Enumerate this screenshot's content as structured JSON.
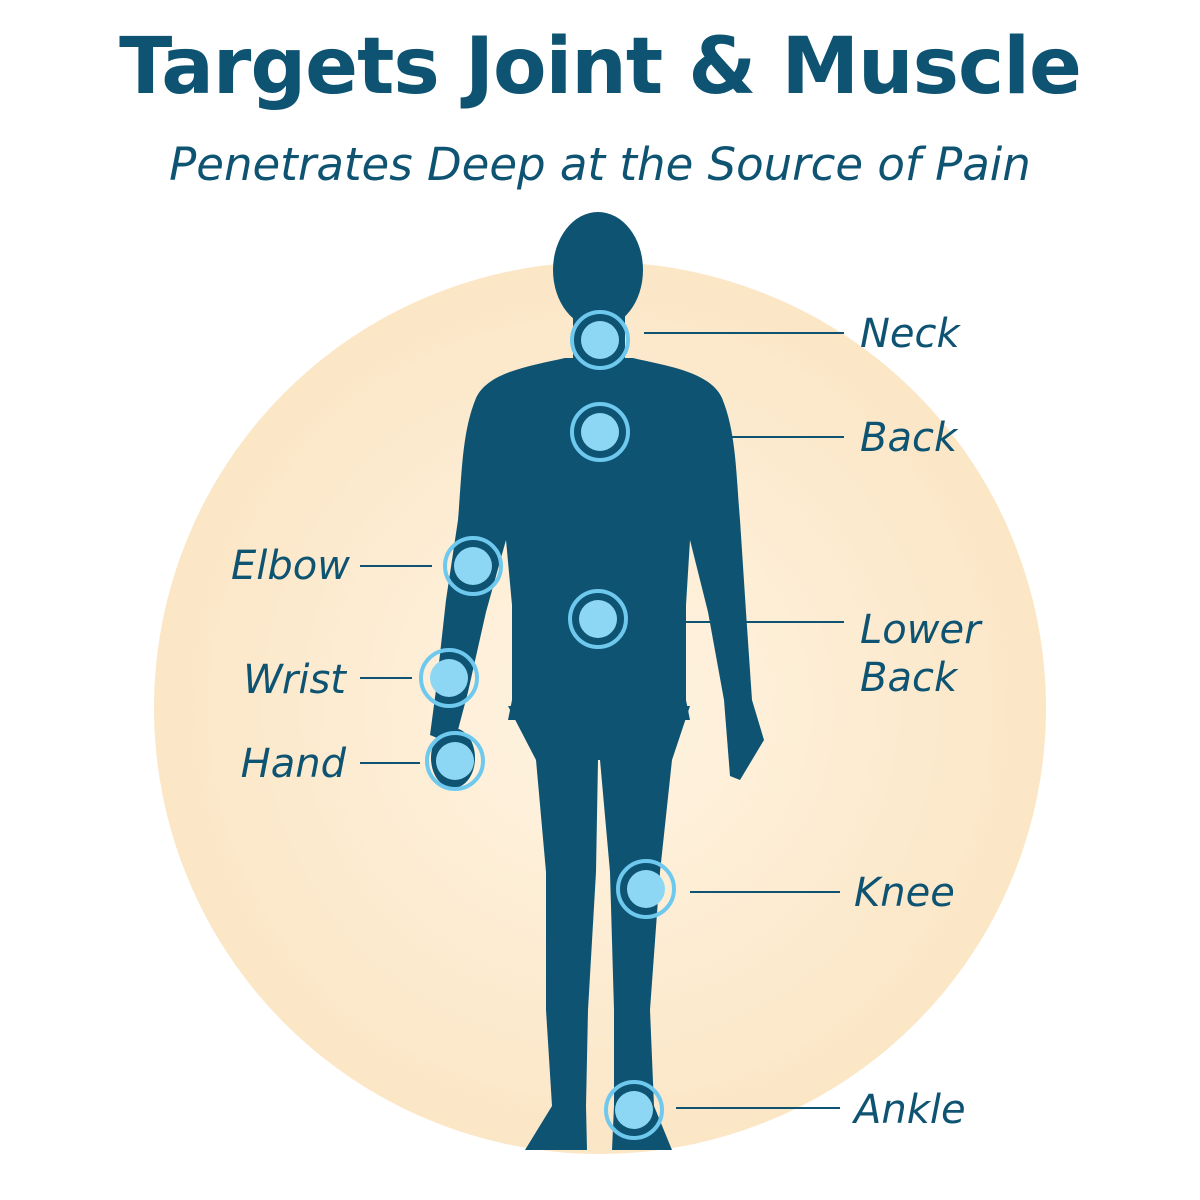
{
  "header": {
    "title": "Targets Joint & Muscle",
    "subtitle": "Penetrates Deep at the Source of Pain"
  },
  "points": {
    "neck": {
      "label": [
        "Neck"
      ]
    },
    "back": {
      "label": [
        "Back"
      ]
    },
    "elbow": {
      "label": [
        "Elbow"
      ]
    },
    "lower_back": {
      "label": [
        "Lower",
        "Back"
      ]
    },
    "wrist": {
      "label": [
        "Wrist"
      ]
    },
    "hand": {
      "label": [
        "Hand"
      ]
    },
    "knee": {
      "label": [
        "Knee"
      ]
    },
    "ankle": {
      "label": [
        "Ankle"
      ]
    }
  },
  "colors": {
    "title": "#0e5472",
    "silhouette": "#0e5472",
    "glow_inner": "#fff4e2",
    "glow_outer": "#fbe6c6",
    "marker_fill": "#8dd7f5",
    "marker_ring": "#6fc9ee",
    "leader_line": "#0e5472"
  }
}
